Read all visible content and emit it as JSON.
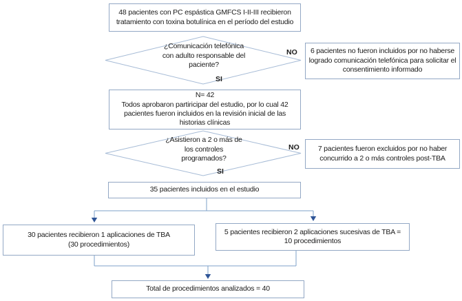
{
  "colors": {
    "box_border": "#92a7c4",
    "diamond_border": "#a6bbd6",
    "connector": "#7da0c9",
    "arrowhead": "#2f5597",
    "text": "#1a1a1a"
  },
  "flow": {
    "start": "48 pacientes con PC espástica GMFCS I-II-III recibieron tratamiento con toxina botulínica en el período del estudio",
    "decision1": "¿Comunicación telefónica\ncon adulto responsable del\npaciente?",
    "excluded1": "6 pacientes no fueron incluidos por no haberse logrado comunicación telefónica para solicitar el consentimiento informado",
    "included": "N= 42\nTodos aprobaron partiricipar del estudio, por lo cual 42 pacientes fueron incluidos en la revisión inicial de las historias clínicas",
    "decision2": "¿Asistieron a 2 o más de\nlos controles\nprogramados?",
    "excluded2": "7 pacientes fueron excluidos por no haber concurrido a 2 o más controles post-TBA",
    "included_final": "35 pacientes incluidos en el estudio",
    "group1": "30 pacientes recibieron 1 aplicaciones de TBA\n(30 procedimientos)",
    "group2": "5 pacientes recibieron 2 aplicaciones sucesivas de TBA =\n10 procedimientos",
    "total": "Total de procedimientos analizados = 40",
    "no_label": "NO",
    "si_label": "SI"
  }
}
